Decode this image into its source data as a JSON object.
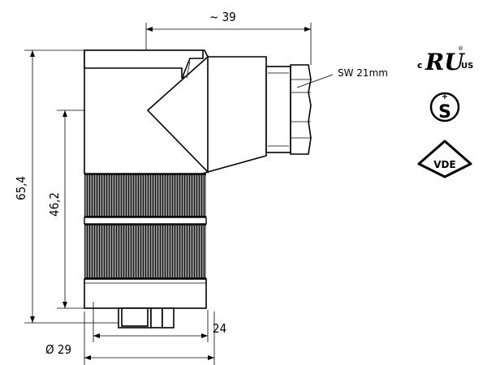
{
  "dimensions": {
    "top_width": "~ 39",
    "wrench_size": "SW 21mm",
    "overall_height": "65,4",
    "lower_height": "46,2",
    "diameter": "Ø 29",
    "width_24": "24"
  },
  "certifications": {
    "ul": {
      "prefix": "c",
      "mark": "RU",
      "suffix": "US",
      "reg": "®"
    },
    "s_mark": "S",
    "vde": "VDE"
  }
}
